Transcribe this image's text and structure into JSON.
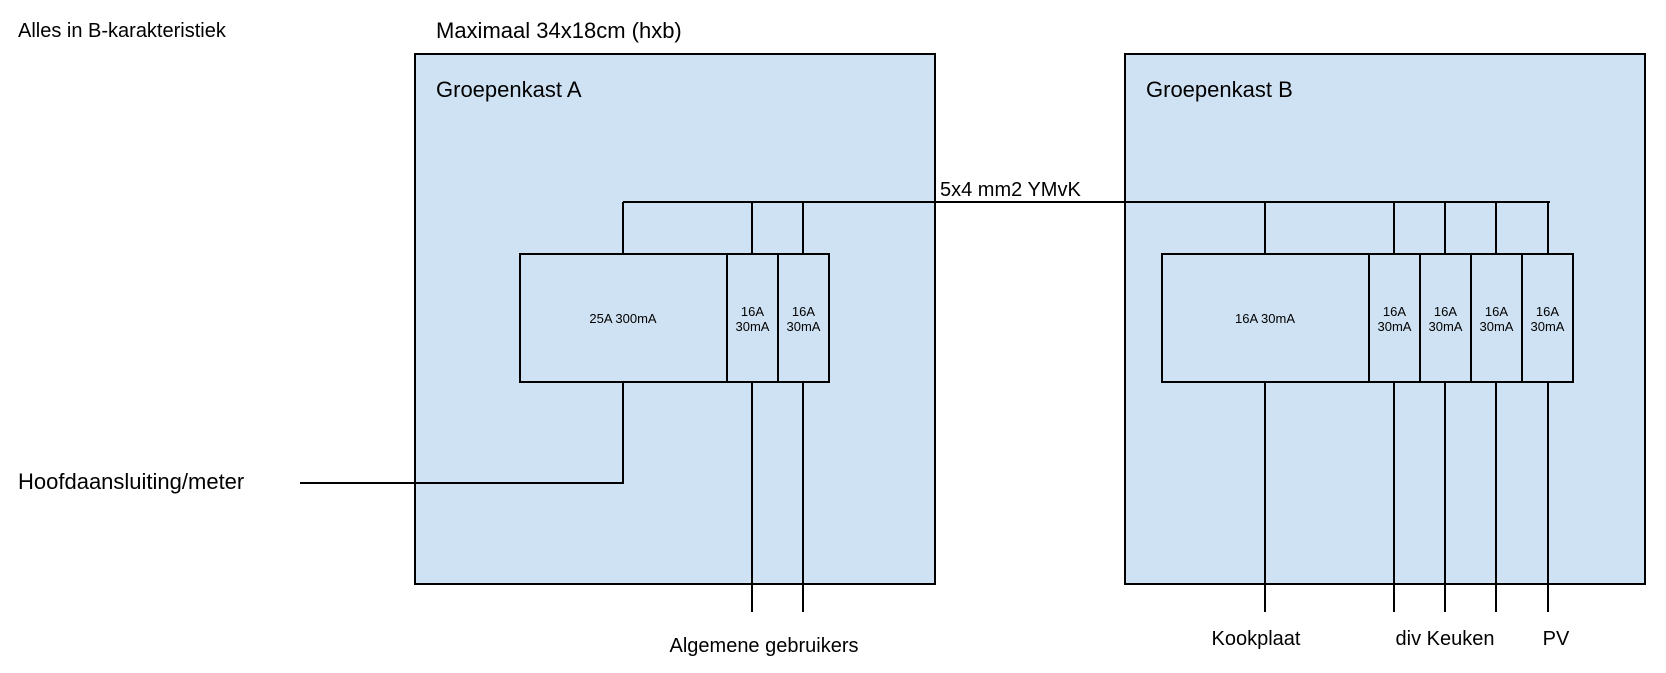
{
  "note": "Alles in B-karakteristiek",
  "max_size_label": "Maximaal 34x18cm (hxb)",
  "cabinet_a": {
    "title": "Groepenkast A",
    "main_breaker": "25A 300mA",
    "groups": [
      {
        "amp": "16A",
        "rcd": "30mA"
      },
      {
        "amp": "16A",
        "rcd": "30mA"
      }
    ]
  },
  "cabinet_b": {
    "title": "Groepenkast B",
    "main_breaker": "16A 30mA",
    "groups": [
      {
        "amp": "16A",
        "rcd": "30mA"
      },
      {
        "amp": "16A",
        "rcd": "30mA"
      },
      {
        "amp": "16A",
        "rcd": "30mA"
      },
      {
        "amp": "16A",
        "rcd": "30mA"
      }
    ]
  },
  "cable_label": "5x4 mm2 YMvK",
  "input_label": "Hoofdaansluiting/meter",
  "outputs": {
    "algemene": "Algemene gebruikers",
    "kookplaat": "Kookplaat",
    "div_keuken": "div Keuken",
    "pv": "PV"
  }
}
